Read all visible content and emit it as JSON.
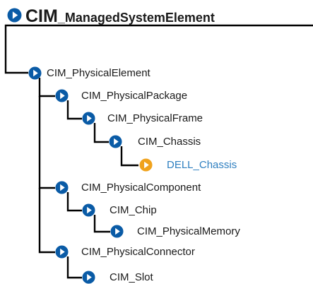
{
  "title": {
    "main": "CIM",
    "suffix": "_ManagedSystemElement"
  },
  "colors": {
    "node_blue": "#0a5ba6",
    "node_orange": "#f0a21c",
    "highlight_text": "#2e7fc0",
    "line": "#000000"
  },
  "nodes": [
    {
      "label": "CIM_PhysicalElement",
      "depth": 0,
      "icon": "blue-arrow-icon"
    },
    {
      "label": "CIM_PhysicalPackage",
      "depth": 1,
      "icon": "blue-arrow-icon"
    },
    {
      "label": "CIM_PhysicalFrame",
      "depth": 2,
      "icon": "blue-arrow-icon"
    },
    {
      "label": "CIM_Chassis",
      "depth": 3,
      "icon": "blue-arrow-icon"
    },
    {
      "label": "DELL_Chassis",
      "depth": 4,
      "icon": "orange-arrow-icon",
      "highlight": true
    },
    {
      "label": "CIM_PhysicalComponent",
      "depth": 1,
      "icon": "blue-arrow-icon"
    },
    {
      "label": "CIM_Chip",
      "depth": 2,
      "icon": "blue-arrow-icon"
    },
    {
      "label": "CIM_PhysicalMemory",
      "depth": 3,
      "icon": "blue-arrow-icon"
    },
    {
      "label": "CIM_PhysicalConnector",
      "depth": 1,
      "icon": "blue-arrow-icon"
    },
    {
      "label": "CIM_Slot",
      "depth": 2,
      "icon": "blue-arrow-icon"
    }
  ]
}
